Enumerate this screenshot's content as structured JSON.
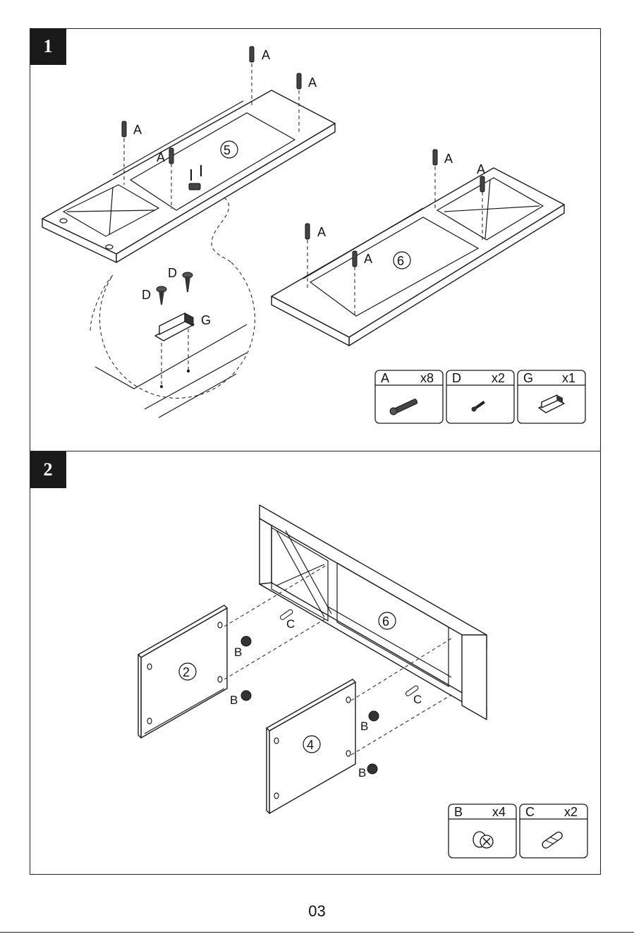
{
  "steps": [
    {
      "number": "1",
      "panel_numbers": [
        "5",
        "6"
      ],
      "hardware_callouts": [
        "A",
        "A",
        "A",
        "A",
        "A",
        "A",
        "A",
        "A",
        "D",
        "D",
        "G"
      ],
      "parts_boxes": [
        {
          "letter": "A",
          "qty": "x8",
          "icon": "cam-bolt-icon"
        },
        {
          "letter": "D",
          "qty": "x2",
          "icon": "screw-icon"
        },
        {
          "letter": "G",
          "qty": "x1",
          "icon": "magnet-catch-icon"
        }
      ]
    },
    {
      "number": "2",
      "panel_numbers": [
        "6",
        "2",
        "4"
      ],
      "hardware_callouts": [
        "B",
        "B",
        "B",
        "B",
        "C",
        "C"
      ],
      "parts_boxes": [
        {
          "letter": "B",
          "qty": "x4",
          "icon": "cam-lock-icon"
        },
        {
          "letter": "C",
          "qty": "x2",
          "icon": "wood-dowel-icon"
        }
      ]
    }
  ],
  "page_number": "03"
}
